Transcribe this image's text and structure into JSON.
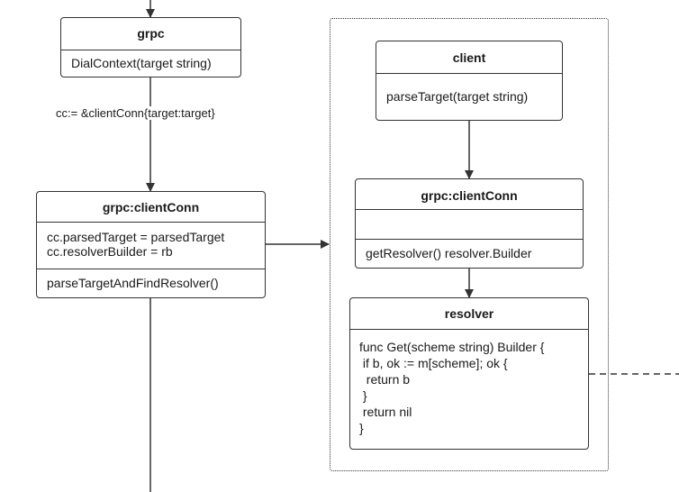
{
  "nodes": {
    "grpc": {
      "title": "grpc",
      "method": "DialContext(target string)"
    },
    "grpc_clientconn_left": {
      "title": "grpc:clientConn",
      "fields": [
        "cc.parsedTarget = parsedTarget",
        "cc.resolverBuilder = rb"
      ],
      "method": "parseTargetAndFindResolver()"
    },
    "client": {
      "title": "client",
      "method": "parseTarget(target string)"
    },
    "grpc_clientconn_right": {
      "title": "grpc:clientConn",
      "method": "getResolver() resolver.Builder"
    },
    "resolver": {
      "title": "resolver",
      "code": [
        "func Get(scheme string) Builder {",
        " if b, ok := m[scheme]; ok {",
        "  return b",
        " }",
        " return nil",
        "}"
      ]
    }
  },
  "edges": {
    "grpc_to_clientconn_label": "cc:= &clientConn{target:target}"
  },
  "colors": {
    "stroke": "#333333",
    "background": "#ffffff",
    "text": "#1a1a1a"
  }
}
